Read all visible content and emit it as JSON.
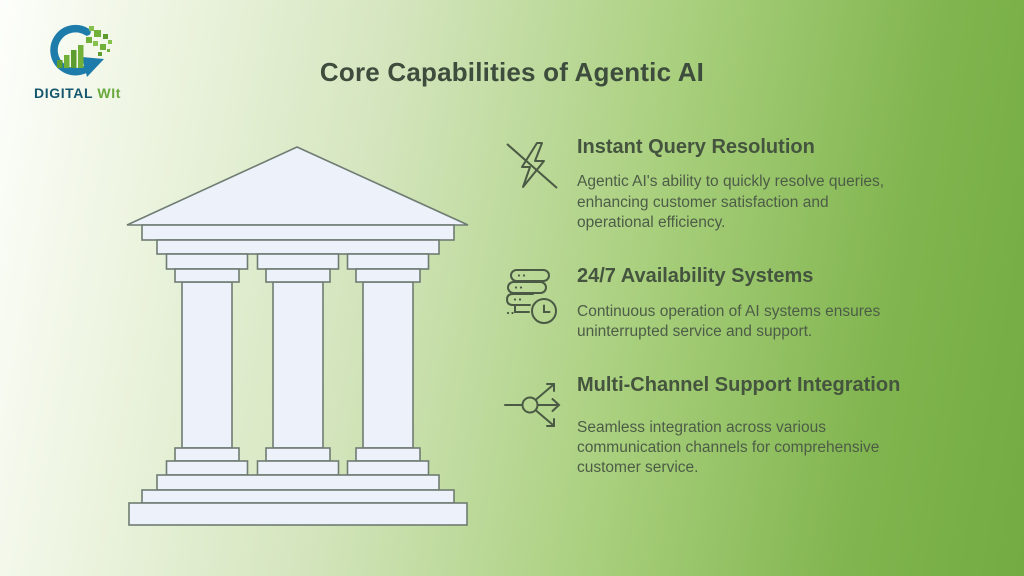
{
  "header": {
    "title": "Core Capabilities of Agentic AI"
  },
  "logo": {
    "brand_primary": "DIGITAL",
    "brand_secondary": "WIt",
    "icon": "circular-arrow-bar-chart-logo-icon"
  },
  "illustration": {
    "name": "greek-temple-three-pillars"
  },
  "features": [
    {
      "icon": "lightning-slash-icon",
      "title": "Instant Query Resolution",
      "description": "Agentic AI's ability to quickly resolve queries, enhancing customer satisfaction and operational efficiency."
    },
    {
      "icon": "server-clock-icon",
      "title": "24/7 Availability Systems",
      "description": "Continuous operation of AI systems ensures uninterrupted service and support."
    },
    {
      "icon": "multi-channel-share-icon",
      "title": "Multi-Channel Support Integration",
      "description": "Seamless integration across various communication channels for comprehensive customer service."
    }
  ],
  "colors": {
    "background_left": "#fdfefb",
    "background_right": "#74ab42",
    "title_text": "#3d4c3c",
    "heading_text": "#44543e",
    "body_text": "#4d5c47",
    "icon_stroke": "#4a5a44",
    "temple_fill": "#edf1fa",
    "temple_stroke": "#6e7c72",
    "logo_blue": "#1e7cab",
    "logo_green": "#71b039"
  }
}
